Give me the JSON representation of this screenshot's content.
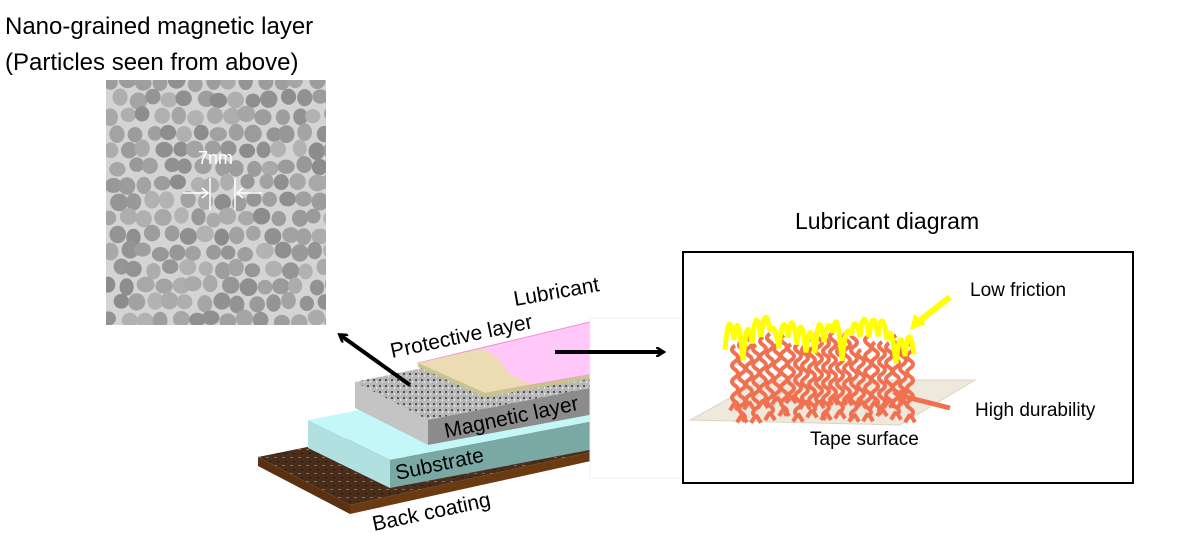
{
  "micrograph": {
    "title_line1": "Nano-grained magnetic layer",
    "title_line2": "(Particles seen from above)",
    "scale_label": "7nm"
  },
  "layers": {
    "lubricant": "Lubricant",
    "protective": "Protective layer",
    "magnetic": "Magnetic layer",
    "substrate": "Substrate",
    "back_coating": "Back coating"
  },
  "lubricant_diagram": {
    "title": "Lubricant diagram",
    "low_friction": "Low friction",
    "high_durability": "High durability",
    "tape_surface": "Tape surface"
  },
  "colors": {
    "lubricant_yellow": "#ffff00",
    "molecule_red": "#f07050",
    "substrate": "#bff5f5",
    "lubricant_pink": "#ffc8f8",
    "protective_tan": "#ecdcb4"
  }
}
